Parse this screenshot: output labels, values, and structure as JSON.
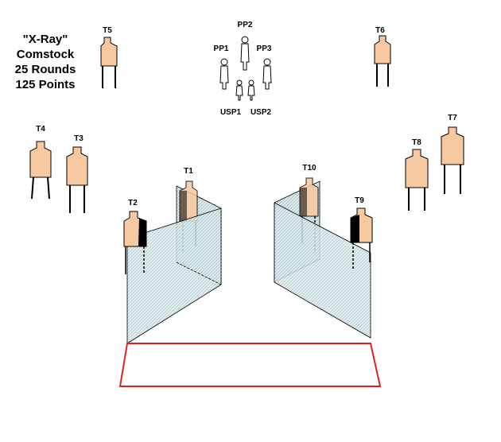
{
  "stage_info": {
    "title": "\"X-Ray\"",
    "name": "Comstock",
    "rounds": "25 Rounds",
    "points": "125 Points"
  },
  "targets": {
    "t1": "T1",
    "t2": "T2",
    "t3": "T3",
    "t4": "T4",
    "t5": "T5",
    "t6": "T6",
    "t7": "T7",
    "t8": "T8",
    "t9": "T9",
    "t10": "T10"
  },
  "poppers": {
    "pp1": "PP1",
    "pp2": "PP2",
    "pp3": "PP3",
    "usp1": "USP1",
    "usp2": "USP2"
  },
  "colors": {
    "target_fill": "#f6c9a0",
    "black_mask": "#000000",
    "wall_fill": "#cde3e8",
    "fault_line": "#e02020"
  }
}
